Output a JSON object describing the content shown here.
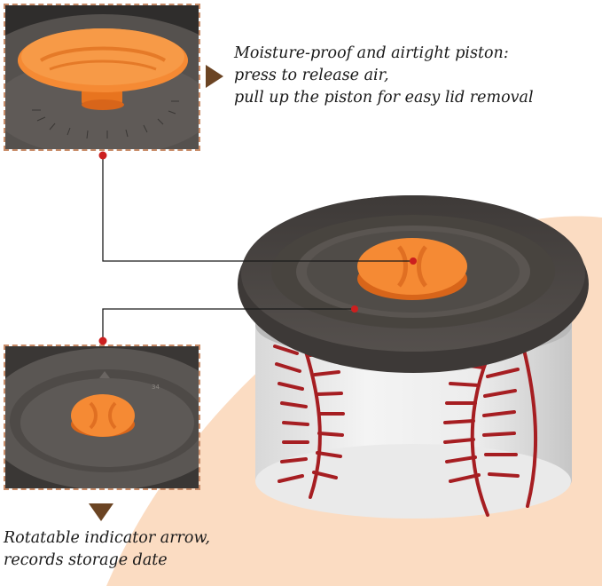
{
  "callouts": {
    "piston": {
      "line1": "Moisture-proof and airtight piston:",
      "line2": "press to release air,",
      "line3": "pull up the piston for easy lid removal"
    },
    "indicator": {
      "line1": "Rotatable indicator arrow,",
      "line2": "records storage date"
    }
  },
  "colors": {
    "accent_peach": "#fbdcc2",
    "lid_gray": "#4f4b48",
    "piston_orange": "#f58a34",
    "stitch_red": "#a61e22",
    "inset_border": "#c98d6a",
    "pointer_brown": "#6b4423",
    "leader_red": "#cc1f1f"
  },
  "icons": [
    "pointer-right-triangle",
    "pointer-down-triangle"
  ]
}
